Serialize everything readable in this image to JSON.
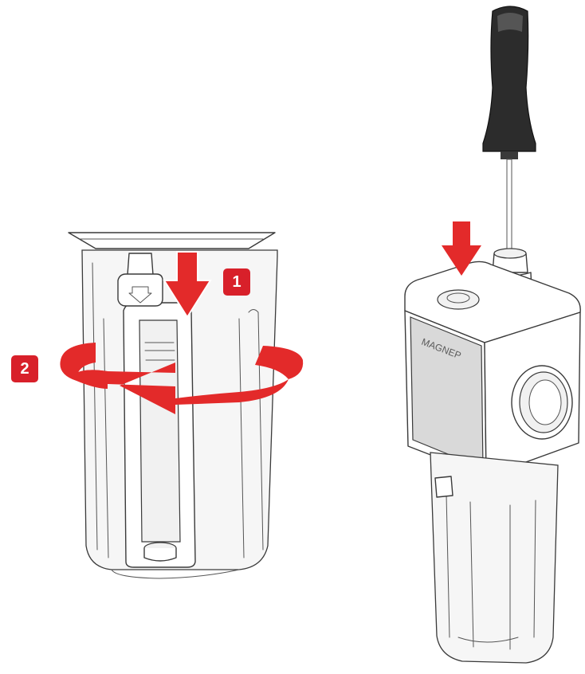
{
  "steps": [
    {
      "number": "1"
    },
    {
      "number": "2"
    }
  ],
  "brand": "MAGNEP",
  "colors": {
    "accent": "#e32a2a",
    "badge": "#d8202a",
    "outline": "#3a3a3a",
    "handle": "#2c2c2c"
  },
  "icons": [
    "down-arrow-icon",
    "rotate-arrow-icon",
    "screwdriver-icon"
  ]
}
